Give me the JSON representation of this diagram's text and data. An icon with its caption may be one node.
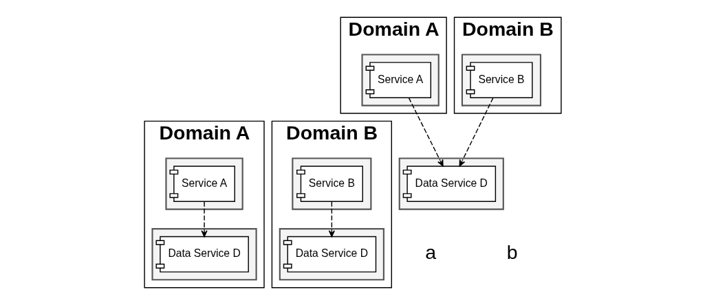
{
  "diagram": {
    "nodes": [
      {
        "text": [
          "Domain A"
        ]
      },
      {
        "text": [],
        "shape": "box",
        "in": 0
      },
      {
        "text": [
          "Service A"
        ],
        "in": 1
      },
      {
        "text": [],
        "shape": "box",
        "in": 0
      },
      {
        "text": [
          "Data Service D"
        ],
        "in": 3
      },
      {
        "text": [
          "Domain B"
        ]
      },
      {
        "text": [],
        "shape": "box",
        "in": 5
      },
      {
        "text": [
          "Service B"
        ],
        "in": 6
      },
      {
        "text": [],
        "shape": "box",
        "in": 5
      },
      {
        "text": [
          "Data Service D"
        ],
        "in": 8
      },
      {
        "text": [
          "Domain A"
        ]
      },
      {
        "text": [],
        "shape": "box",
        "in": 10
      },
      {
        "text": [
          "Service A"
        ],
        "in": 11
      },
      {
        "text": [
          "Domain B"
        ]
      },
      {
        "text": [],
        "shape": "box",
        "in": 13
      },
      {
        "text": [
          "Service B"
        ],
        "in": 14
      },
      {
        "text": [],
        "shape": "box"
      },
      {
        "text": [
          "Data Service D"
        ],
        "in": 16
      }
    ],
    "edges": [
      {
        "from": 2,
        "to": 4,
        "arrow": "to",
        "style": "dashed"
      },
      {
        "from": 7,
        "to": 9,
        "arrow": "to",
        "style": "dashed"
      },
      {
        "from": 15,
        "to": 17,
        "arrow": "to",
        "style": "dashed"
      },
      {
        "from": 12,
        "to": 17,
        "arrow": "to",
        "style": "dashed"
      }
    ],
    "labels": [
      "a",
      "b"
    ]
  }
}
